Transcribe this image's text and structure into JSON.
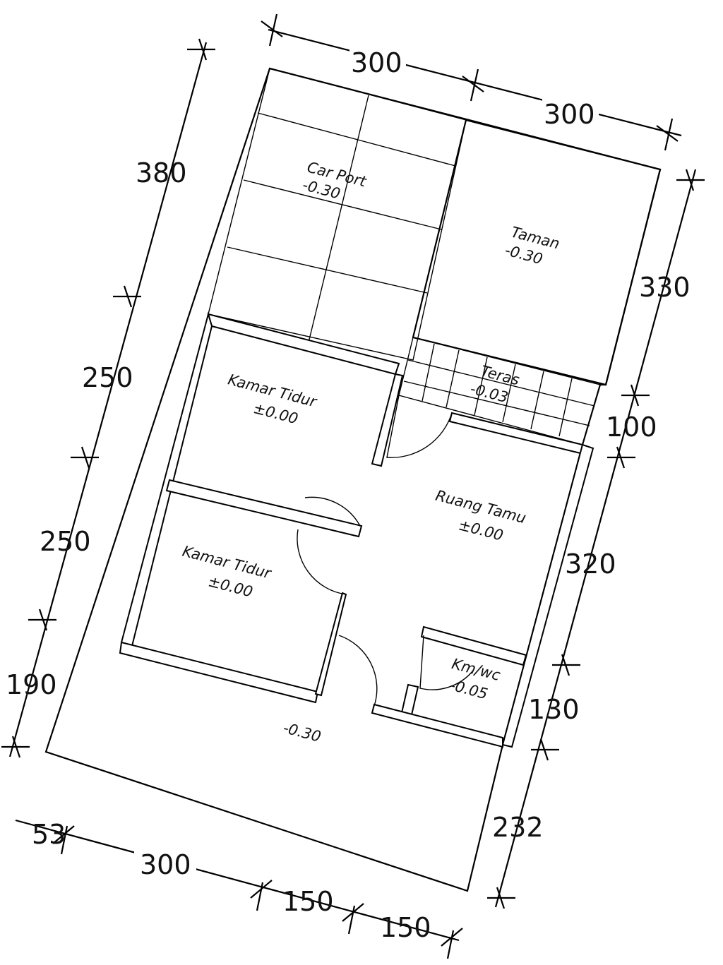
{
  "rooms": {
    "carport": {
      "name": "Car Port",
      "level": "-0.30"
    },
    "taman": {
      "name": "Taman",
      "level": "-0.30"
    },
    "teras": {
      "name": "Teras",
      "level": "-0.03"
    },
    "kamar1": {
      "name": "Kamar Tidur",
      "level": "±0.00"
    },
    "kamar2": {
      "name": "Kamar Tidur",
      "level": "±0.00"
    },
    "ruang_tamu": {
      "name": "Ruang Tamu",
      "level": "±0.00"
    },
    "kmwc": {
      "name": "Km/wc",
      "level": "-0.05"
    },
    "yard": {
      "level": "-0.30"
    }
  },
  "dimensions": {
    "top": [
      "300",
      "300"
    ],
    "left": [
      "380",
      "250",
      "250",
      "190"
    ],
    "right": [
      "330",
      "100",
      "320",
      "130",
      "232"
    ],
    "bottom": [
      "53",
      "300",
      "150",
      "150"
    ]
  }
}
